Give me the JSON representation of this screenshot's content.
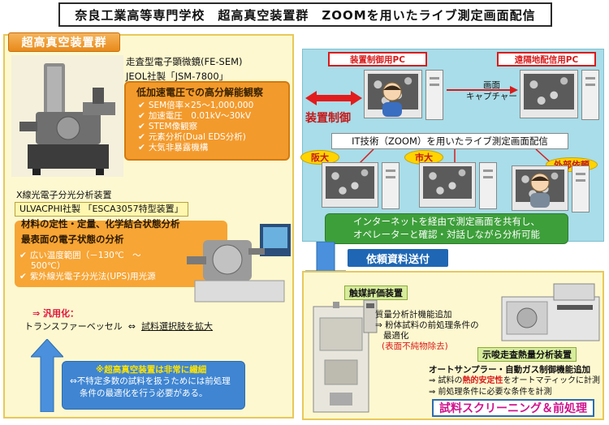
{
  "title": "奈良工業高等専門学校　超高真空装置群　ZOOMを用いたライブ測定画面配信",
  "left": {
    "tab": "超高真空装置群",
    "sem": {
      "name": "走査型電子顕微鏡(FE-SEM)",
      "maker": "JEOL社製「JSM-7800」",
      "headline": "低加速電圧での高分解能観察",
      "features": [
        "SEM倍率×25～1,000,000",
        "加速電圧　0.01kV～30kV",
        "STEM像観察",
        "元素分析(Dual EDS分析)",
        "大気非暴露機構"
      ]
    },
    "xps": {
      "name": "X線光電子分光分析装置",
      "maker": "ULVACPHI社製 「ESCA3057特型装置」",
      "headline1": "材料の定性・定量、化学結合状態分析",
      "headline2": "最表面の電子状態の分析",
      "features": [
        "広い温度範囲（－130℃　～",
        "500℃）",
        "紫外線光電子分光法(UPS)用光源"
      ]
    },
    "general_head": "⇒ 汎用化：",
    "general_left": "トランスファーベッセル",
    "general_arrow": "⇔",
    "general_right": "試料選択肢を拡大",
    "note": {
      "head": "※超高真空装置は非常に繊細",
      "line1": "⇔不特定多数の試料を扱うためには前処理",
      "line2": "条件の最適化を行う必要がある。"
    }
  },
  "right": {
    "ctrl_pc_label": "装置制御用PC",
    "remote_pc_label": "遠隔地配信用PC",
    "device_control": "装置制御",
    "capture_line1": "画面",
    "capture_line2": "キャプチャー",
    "it_bar": "IT技術（ZOOM）を用いたライブ測定画面配信",
    "sites": [
      "阪大",
      "市大",
      "外部依頼"
    ],
    "green_line1": "インターネットを経由で測定画面を共有し、",
    "green_line2": "オペレーターと確認・対話しながら分析可能",
    "request": "依頼資料送付",
    "catalyst_label": "触媒評価装置",
    "ms": {
      "line1": "質量分析計機能追加",
      "line2": "⇒ 粉体試料の前処理条件の",
      "line3": "最適化",
      "line4": "(表面不純物除去)"
    },
    "tga_label": "示唆走査熱量分析装置",
    "tga": {
      "head": "オートサンプラー・自動ガス制御機能追加",
      "line1_pre": "⇒ 試料の",
      "line1_red": "熱的安定性",
      "line1_post": "をオートマティックに計測",
      "line2": "⇒ 前処理条件に必要な条件を計測"
    },
    "screening": "試料スクリーニング＆前処理"
  },
  "colors": {
    "accent_orange": "#f39a2c",
    "highlight_red": "#d81b1b",
    "blue": "#1f67b4",
    "green": "#3d9f3a",
    "panel_cream": "#fdf8cf",
    "sky": "#a8dde9"
  }
}
